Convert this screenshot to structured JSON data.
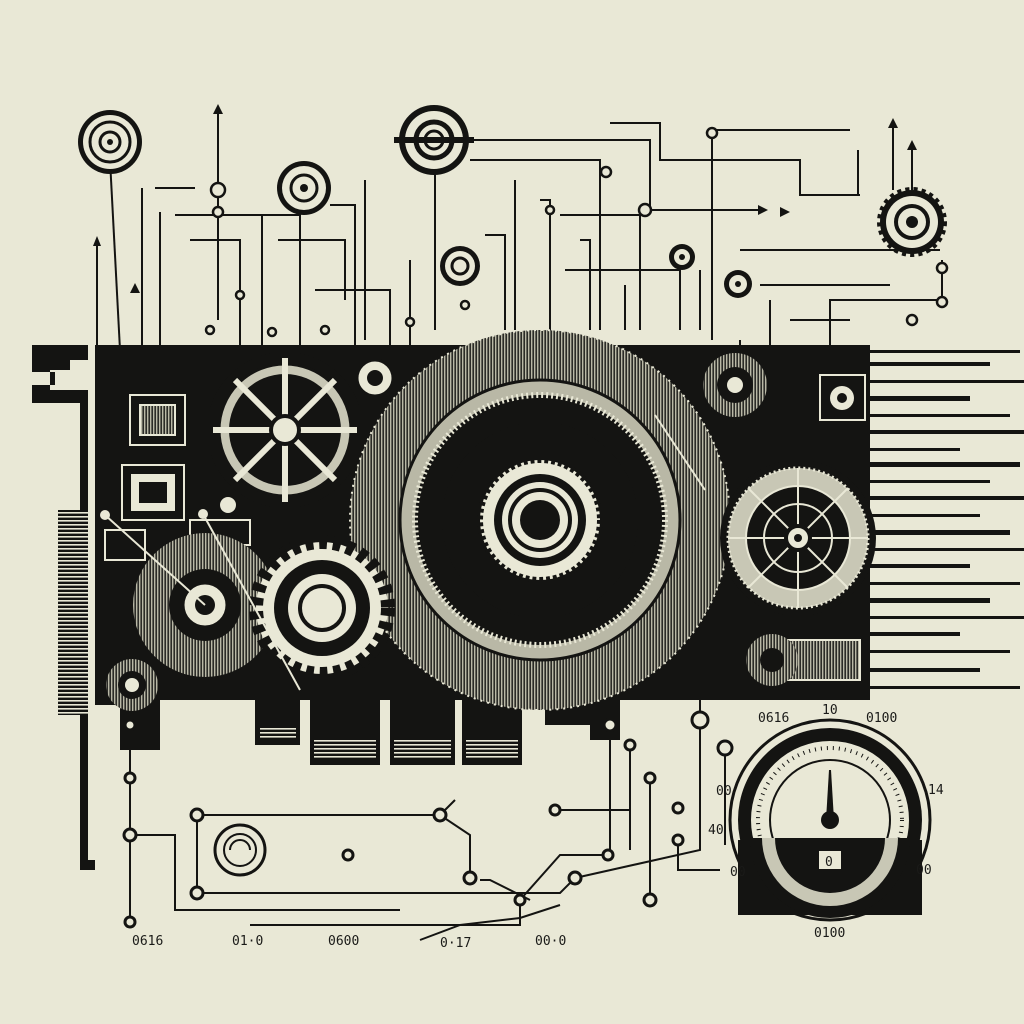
{
  "palette": {
    "paper": "#e9e8d6",
    "ink": "#141412",
    "paper_light": "#f3f2e4"
  },
  "icons": [
    "gear-icon",
    "circuit-node-icon",
    "arrow-icon",
    "fan-icon",
    "gauge-icon"
  ],
  "labels": {
    "bottom": [
      "0616",
      "01·0",
      "0600",
      "0·17",
      "00·0"
    ],
    "gauge": {
      "top_left": "0616",
      "top": "10",
      "top_right": "0100",
      "right": "14",
      "left": "00",
      "left_mid": "40",
      "left_low": "00",
      "bottom_right": "00",
      "bottom": "0100",
      "center": "0"
    }
  },
  "gauge": {
    "needle_level": 0.5
  }
}
